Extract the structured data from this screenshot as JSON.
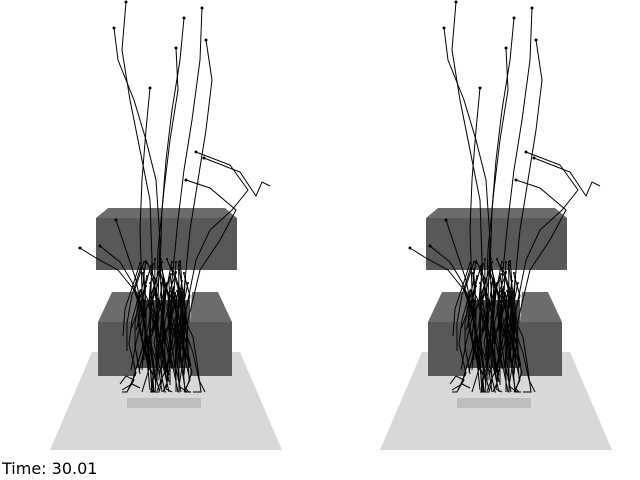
{
  "status": {
    "time_label": "Time:",
    "time_value": "30.01"
  },
  "scene": {
    "views": [
      "left-eye-view",
      "right-eye-view"
    ],
    "colors": {
      "background": "#ffffff",
      "floor": "#d8d8d8",
      "floor_slot": "#bdbdbd",
      "block_top": "#6c6c6c",
      "block_front": "#585858",
      "block_side": "#4e4e4e",
      "trajectory": "#000000"
    }
  }
}
